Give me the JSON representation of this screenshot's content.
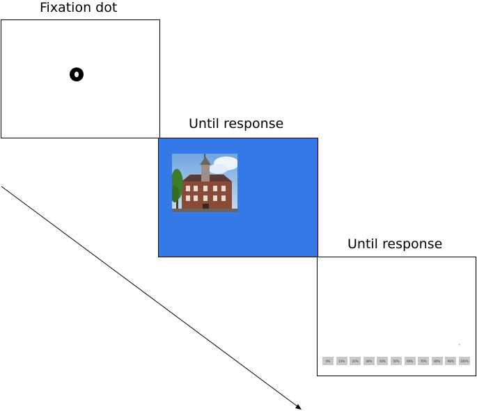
{
  "stages": [
    {
      "title": "Fixation dot"
    },
    {
      "title": "Until response"
    },
    {
      "title": "Until response"
    }
  ],
  "rating_options": [
    "0%",
    "10%",
    "20%",
    "30%",
    "40%",
    "50%",
    "60%",
    "70%",
    "80%",
    "90%",
    "100%"
  ],
  "colors": {
    "stimulus_background": "#3579e6",
    "rating_button": "#c8c8c8"
  }
}
